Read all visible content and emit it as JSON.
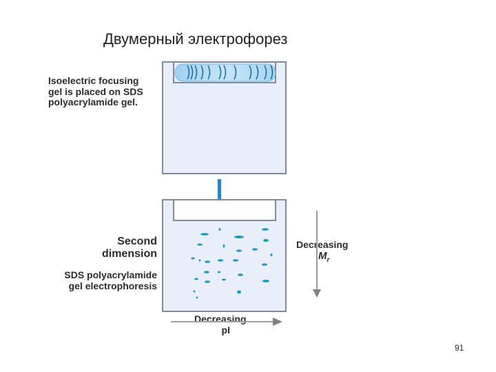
{
  "slide": {
    "title": "Двумерный электрофорез",
    "page_number": "91"
  },
  "labels": {
    "ief_line1": "Isoelectric focusing",
    "ief_line2": "gel is placed on SDS",
    "ief_line3": "polyacrylamide gel.",
    "second_line1": "Second",
    "second_line2": "dimension",
    "sds_line1": "SDS polyacrylamide",
    "sds_line2": "gel electrophoresis",
    "decreasing_mr": "Decreasing",
    "mr_symbol": "M",
    "mr_sub": "r",
    "decreasing_pi": "Decreasing",
    "pi_symbol": "pI"
  },
  "colors": {
    "gel_fill": "#e8eefa",
    "gel_border": "#7f8a9a",
    "spot": "#1a9ec0",
    "arrow_blue": "#1e88d4",
    "arrow_gray": "#808080",
    "ief_strip": "#a8d4ee"
  }
}
